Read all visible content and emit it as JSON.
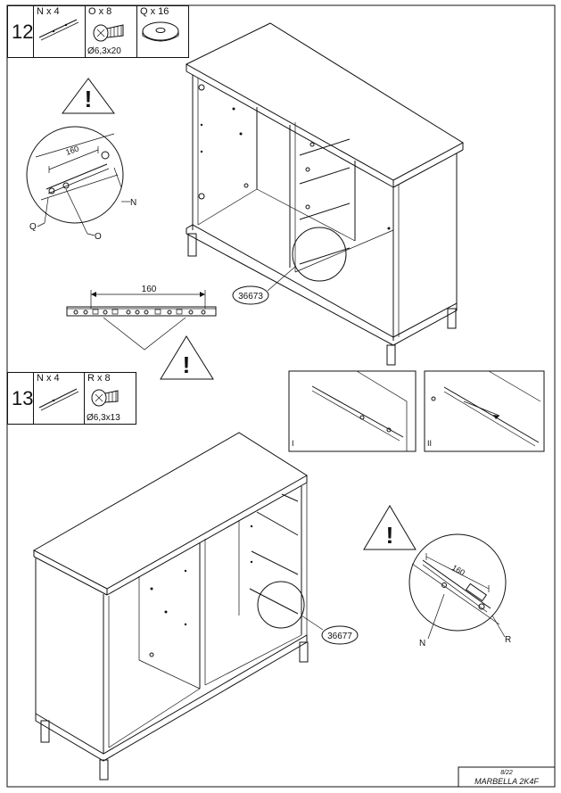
{
  "step12": {
    "number": "12",
    "parts": [
      {
        "label": "N x 4",
        "sublabel": ""
      },
      {
        "label": "O x 8",
        "sublabel": "Ø6,3x20"
      },
      {
        "label": "Q x 16",
        "sublabel": ""
      }
    ],
    "detail_dimension": "160",
    "rail_dimension": "160",
    "callout_ref": "36673",
    "detail_letters": {
      "q": "Q",
      "o": "O",
      "n": "N"
    },
    "warning_symbol": "!"
  },
  "step13": {
    "number": "13",
    "parts": [
      {
        "label": "N x 4",
        "sublabel": ""
      },
      {
        "label": "R x 8",
        "sublabel": "Ø6,3x13"
      }
    ],
    "panel_labels": [
      "I",
      "II"
    ],
    "detail_dimension": "160",
    "callout_ref": "36677",
    "detail_letters": {
      "n": "N",
      "r": "R"
    },
    "warning_symbol": "!"
  },
  "footer": {
    "page": "8/22",
    "product": "MARBELLA 2K4F"
  }
}
